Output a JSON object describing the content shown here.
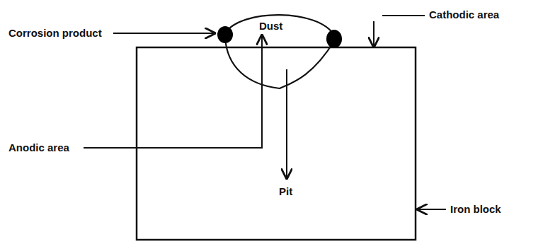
{
  "diagram": {
    "labels": [
      "Corrosion product",
      "Dust",
      "Cathodic area",
      "Anodic area",
      "Pit",
      "Iron block"
    ]
  }
}
